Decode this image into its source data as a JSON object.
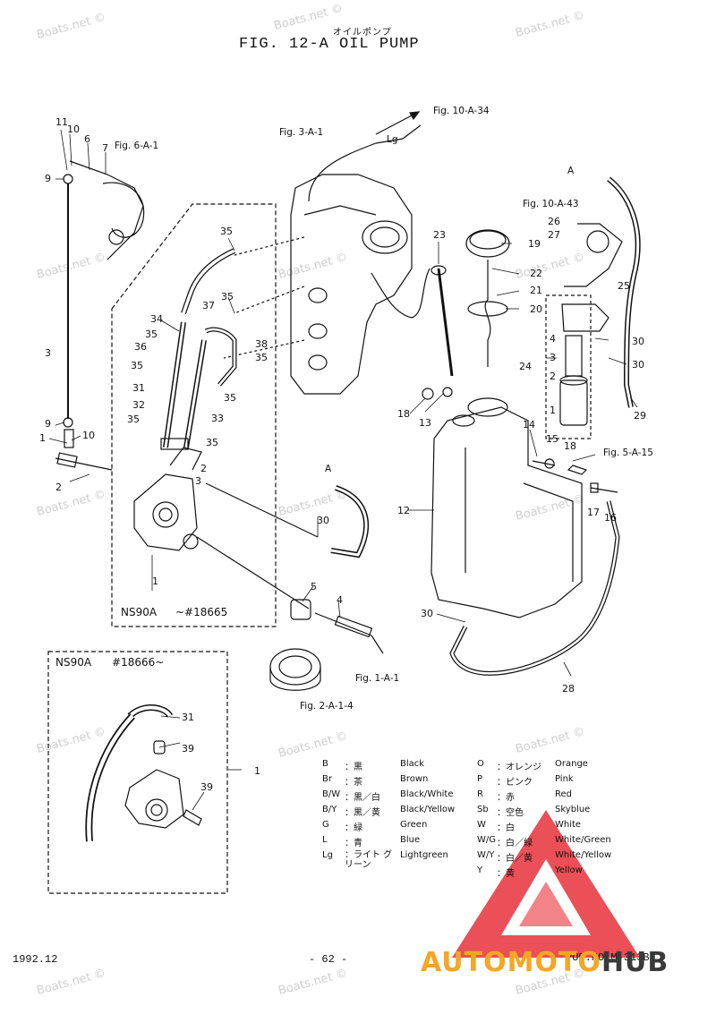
{
  "header": {
    "title_jp": "オイルポンプ",
    "title": "FIG. 12-A OIL PUMP"
  },
  "refs": {
    "fig_10_a_34": "Fig. 10-A-34",
    "lg": "Lg",
    "fig_3_a_1": "Fig. 3-A-1",
    "fig_6_a_1": "Fig. 6-A-1",
    "fig_10_a_43": "Fig. 10-A-43",
    "a_top": "A",
    "a_mid": "A",
    "fig_5_a_15": "Fig. 5-A-15",
    "fig_1_a_1": "Fig. 1-A-1",
    "fig_2_a_1_4": "Fig. 2-A-1-4"
  },
  "boxes": {
    "top_model": "NS90A",
    "top_serial": "~#18665",
    "bottom_model": "NS90A",
    "bottom_serial": "#18666~"
  },
  "callouts": {
    "c11": "11",
    "c10a": "10",
    "c6": "6",
    "c7": "7",
    "c9a": "9",
    "c3": "3",
    "c9b": "9",
    "c1": "1",
    "c10b": "10",
    "c2": "2",
    "c35a": "35",
    "c35b": "35",
    "c37": "37",
    "c34": "34",
    "c35c": "35",
    "c36": "36",
    "c38": "38",
    "c35d": "35",
    "c35e": "35",
    "c31": "31",
    "c32": "32",
    "c35f": "35",
    "c35g": "35",
    "c33": "33",
    "c35h": "35",
    "c2b": "2",
    "c3b": "3",
    "c1b": "1",
    "c30a": "30",
    "c5": "5",
    "c4": "4",
    "c23": "23",
    "c19": "19",
    "c22": "22",
    "c21": "21",
    "c20": "20",
    "c26": "26",
    "c27": "27",
    "c25": "25",
    "c4r": "4",
    "c3r": "3",
    "c2r": "2",
    "c1r": "1",
    "c24": "24",
    "c30b": "30",
    "c30c": "30",
    "c29": "29",
    "c18a": "18",
    "c13": "13",
    "c14": "14",
    "c15": "15",
    "c18b": "18",
    "c12": "12",
    "c17": "17",
    "c16": "16",
    "c30d": "30",
    "c28": "28",
    "c31b": "31",
    "c39a": "39",
    "c39b": "39",
    "c1c": "1"
  },
  "legend": {
    "left": [
      {
        "code": "B",
        "jp": "：黒",
        "en": "Black"
      },
      {
        "code": "Br",
        "jp": "：茶",
        "en": "Brown"
      },
      {
        "code": "B/W",
        "jp": "：黒／白",
        "en": "Black/White"
      },
      {
        "code": "B/Y",
        "jp": "：黒／黄",
        "en": "Black/Yellow"
      },
      {
        "code": "G",
        "jp": "：緑",
        "en": "Green"
      },
      {
        "code": "L",
        "jp": "：青",
        "en": "Blue"
      },
      {
        "code": "Lg",
        "jp": "：ライト グリーン",
        "en": "Lightgreen"
      }
    ],
    "right": [
      {
        "code": "O",
        "jp": "：オレンジ",
        "en": "Orange"
      },
      {
        "code": "P",
        "jp": "：ピンク",
        "en": "Pink"
      },
      {
        "code": "R",
        "jp": "：赤",
        "en": "Red"
      },
      {
        "code": "Sb",
        "jp": "：空色",
        "en": "Skyblue"
      },
      {
        "code": "W",
        "jp": "：白",
        "en": "White"
      },
      {
        "code": "W/G",
        "jp": "：白／緑",
        "en": "White/Green"
      },
      {
        "code": "W/Y",
        "jp": "：白／黄",
        "en": "White/Yellow"
      },
      {
        "code": "Y",
        "jp": "：黄",
        "en": "Yellow"
      }
    ]
  },
  "footer": {
    "date": "1992.12",
    "page": "- 62 -",
    "pub": "PUB.NO.M-313B"
  },
  "watermark": {
    "text": "Boats.net ©",
    "brand_auto": "AUTOMOTO",
    "brand_hub": "HUB",
    "brand_red": "#e8313a",
    "brand_orange": "#f5a623",
    "brand_dark": "#3a3a3a"
  }
}
